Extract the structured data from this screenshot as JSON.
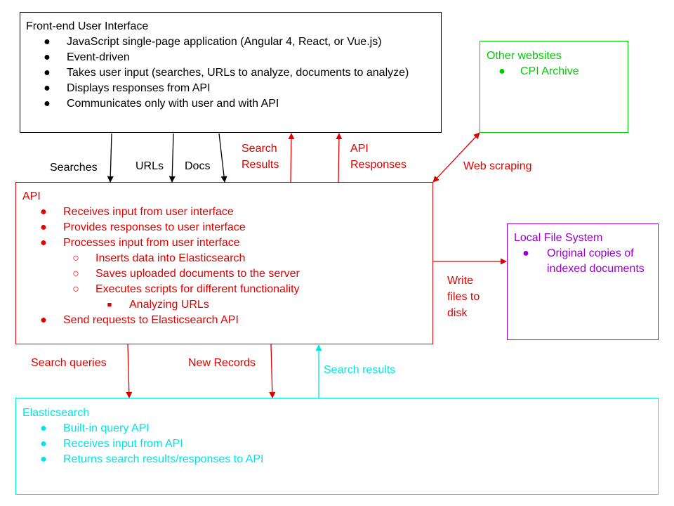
{
  "colors": {
    "frontend": "#000000",
    "api": "#e00000",
    "other_websites": "#00cc00",
    "local_fs": "#9900cc",
    "elasticsearch": "#00e5e5"
  },
  "frontend": {
    "title": "Front-end User Interface",
    "items": [
      "JavaScript single-page application (Angular 4, React, or Vue.js)",
      "Event-driven",
      "Takes user input (searches, URLs to analyze, documents to analyze)",
      "Displays responses from API",
      "Communicates only with user and with API"
    ]
  },
  "other_websites": {
    "title": "Other websites",
    "items": [
      "CPI Archive"
    ]
  },
  "api": {
    "title": "API",
    "items": [
      "Receives input from user interface",
      "Provides responses to user interface",
      "Processes input from user interface",
      "Inserts data into Elasticsearch",
      "Saves uploaded documents to the server",
      "Executes scripts for different functionality",
      "Analyzing URLs",
      "Send requests to Elasticsearch API"
    ]
  },
  "local_fs": {
    "title": "Local File System",
    "items": [
      "Original copies of indexed documents"
    ]
  },
  "elasticsearch": {
    "title": "Elasticsearch",
    "items": [
      "Built-in query API",
      "Receives input from API",
      "Returns search results/responses to API"
    ]
  },
  "labels": {
    "searches": "Searches",
    "urls": "URLs",
    "docs": "Docs",
    "search_results": "Search\nResults",
    "api_responses": "API\nResponses",
    "web_scraping": "Web scraping",
    "write_files": "Write\nfiles to\ndisk",
    "search_queries": "Search queries",
    "new_records": "New Records",
    "search_results_es": "Search results"
  }
}
